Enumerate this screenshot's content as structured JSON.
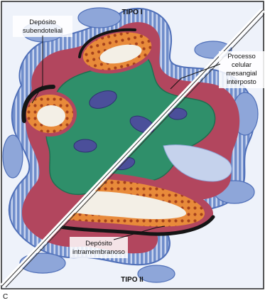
{
  "figure": {
    "panel_letter": "C",
    "title_top": "TIPO I",
    "title_bottom": "TIPO II",
    "labels": {
      "subendothelial_line1": "Depósito",
      "subendothelial_line2": "subendotelial",
      "mesangial_line1": "Processo",
      "mesangial_line2": "celular",
      "mesangial_line3": "mesangial",
      "mesangial_line4": "interposto",
      "intramembranous_line1": "Depósito",
      "intramembranous_line2": "intramembranoso"
    },
    "colors": {
      "background": "#ffffff",
      "panel_bg": "#eef2fa",
      "podocyte_blue": "#8ea6d9",
      "podocyte_dark": "#4f6fb8",
      "mesangium_green": "#2f8f6a",
      "basement_membrane": "#b2465e",
      "endothelium_orange": "#e88a3a",
      "capillary_lumen": "#f3efe6",
      "deposit_black": "#151515",
      "nucleus_purple": "#4b4f9a"
    }
  }
}
